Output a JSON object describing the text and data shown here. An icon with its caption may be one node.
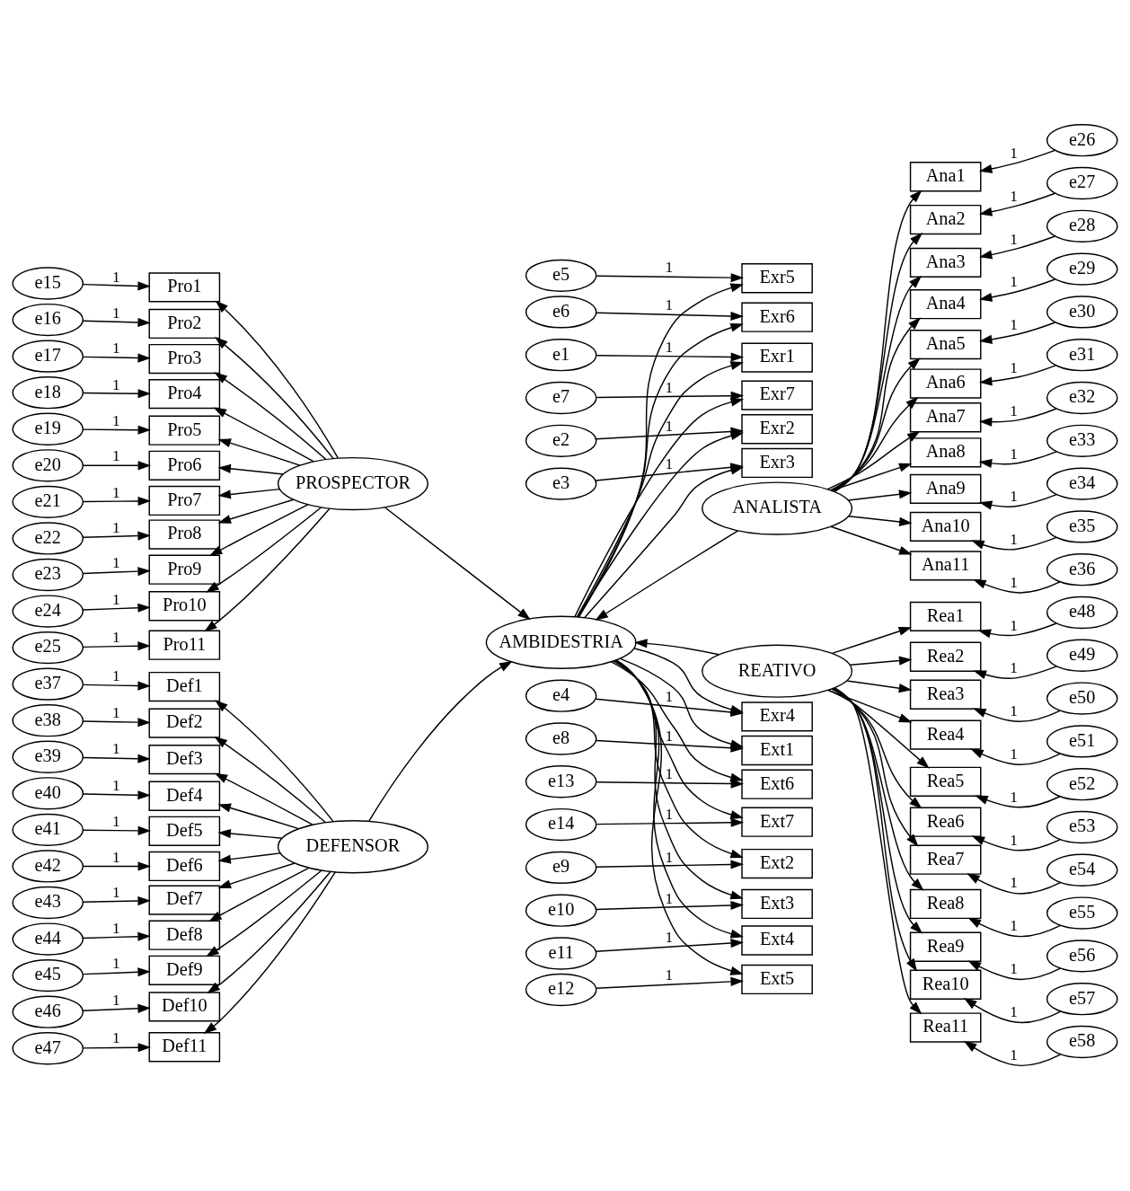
{
  "diagram": {
    "nodes": [
      {
        "text": [
          "e1"
        ]
      },
      {
        "text": [
          "e2"
        ]
      },
      {
        "text": [
          "e3"
        ]
      },
      {
        "text": [
          "e4"
        ]
      },
      {
        "text": [
          "e5"
        ]
      },
      {
        "text": [
          "e6"
        ]
      },
      {
        "text": [
          "e7"
        ]
      },
      {
        "text": [
          "e8"
        ]
      },
      {
        "text": [
          "e9"
        ]
      },
      {
        "text": [
          "e10"
        ]
      },
      {
        "text": [
          "e11"
        ]
      },
      {
        "text": [
          "e12"
        ]
      },
      {
        "text": [
          "e13"
        ]
      },
      {
        "text": [
          "e14"
        ]
      },
      {
        "text": [
          "Exr1"
        ]
      },
      {
        "text": [
          "Exr2"
        ]
      },
      {
        "text": [
          "Exr3"
        ]
      },
      {
        "text": [
          "Exr4"
        ]
      },
      {
        "text": [
          "Exr5"
        ]
      },
      {
        "text": [
          "Exr6"
        ]
      },
      {
        "text": [
          "Exr7"
        ]
      },
      {
        "text": [
          "Ext1"
        ]
      },
      {
        "text": [
          "Ext2"
        ]
      },
      {
        "text": [
          "Ext3"
        ]
      },
      {
        "text": [
          "Ext4"
        ]
      },
      {
        "text": [
          "Ext5"
        ]
      },
      {
        "text": [
          "Ext6"
        ]
      },
      {
        "text": [
          "Ext7"
        ]
      },
      {
        "text": [
          "AMBIDESTRIA"
        ]
      },
      {
        "text": [
          "PROSPECTOR"
        ]
      },
      {
        "text": [
          "Pro1"
        ]
      },
      {
        "text": [
          "Pro2"
        ]
      },
      {
        "text": [
          "Pro3"
        ]
      },
      {
        "text": [
          "Pro4"
        ]
      },
      {
        "text": [
          "Pro5"
        ]
      },
      {
        "text": [
          "Pro6"
        ]
      },
      {
        "text": [
          "Pro7"
        ]
      },
      {
        "text": [
          "Pro8"
        ]
      },
      {
        "text": [
          "Pro9"
        ]
      },
      {
        "text": [
          "Pro10"
        ]
      },
      {
        "text": [
          "Pro11"
        ]
      },
      {
        "text": [
          "e15"
        ]
      },
      {
        "text": [
          "e16"
        ]
      },
      {
        "text": [
          "e17"
        ]
      },
      {
        "text": [
          "e18"
        ]
      },
      {
        "text": [
          "e19"
        ]
      },
      {
        "text": [
          "e20"
        ]
      },
      {
        "text": [
          "e21"
        ]
      },
      {
        "text": [
          "e22"
        ]
      },
      {
        "text": [
          "e23"
        ]
      },
      {
        "text": [
          "e24"
        ]
      },
      {
        "text": [
          "e25"
        ]
      },
      {
        "text": [
          "ANALISTA"
        ]
      },
      {
        "text": [
          "Ana1"
        ]
      },
      {
        "text": [
          "Ana2"
        ]
      },
      {
        "text": [
          "Ana3"
        ]
      },
      {
        "text": [
          "Ana4"
        ]
      },
      {
        "text": [
          "Ana5"
        ]
      },
      {
        "text": [
          "Ana6"
        ]
      },
      {
        "text": [
          "Ana7"
        ]
      },
      {
        "text": [
          "Ana8"
        ]
      },
      {
        "text": [
          "Ana9"
        ]
      },
      {
        "text": [
          "Ana10"
        ]
      },
      {
        "text": [
          "Ana11"
        ]
      },
      {
        "text": [
          "e26"
        ]
      },
      {
        "text": [
          "e27"
        ]
      },
      {
        "text": [
          "e28"
        ]
      },
      {
        "text": [
          "e29"
        ]
      },
      {
        "text": [
          "e30"
        ]
      },
      {
        "text": [
          "e31"
        ]
      },
      {
        "text": [
          "e32"
        ]
      },
      {
        "text": [
          "e33"
        ]
      },
      {
        "text": [
          "e34"
        ]
      },
      {
        "text": [
          "e35"
        ]
      },
      {
        "text": [
          "e36"
        ]
      },
      {
        "text": [
          "DEFENSOR"
        ]
      },
      {
        "text": [
          "Def1"
        ]
      },
      {
        "text": [
          "Def2"
        ]
      },
      {
        "text": [
          "Def3"
        ]
      },
      {
        "text": [
          "Def4"
        ]
      },
      {
        "text": [
          "Def5"
        ]
      },
      {
        "text": [
          "Def6"
        ]
      },
      {
        "text": [
          "Def7"
        ]
      },
      {
        "text": [
          "Def8"
        ]
      },
      {
        "text": [
          "Def9"
        ]
      },
      {
        "text": [
          "Def10"
        ]
      },
      {
        "text": [
          "Def11"
        ]
      },
      {
        "text": [
          "e37"
        ]
      },
      {
        "text": [
          "e38"
        ]
      },
      {
        "text": [
          "e39"
        ]
      },
      {
        "text": [
          "e40"
        ]
      },
      {
        "text": [
          "e41"
        ]
      },
      {
        "text": [
          "e42"
        ]
      },
      {
        "text": [
          "e43"
        ]
      },
      {
        "text": [
          "e44"
        ]
      },
      {
        "text": [
          "e45"
        ]
      },
      {
        "text": [
          "e46"
        ]
      },
      {
        "text": [
          "e47"
        ]
      },
      {
        "text": [
          "REATIVO"
        ]
      },
      {
        "text": [
          "Rea1"
        ]
      },
      {
        "text": [
          "Rea2"
        ]
      },
      {
        "text": [
          "Rea3"
        ]
      },
      {
        "text": [
          "Rea4"
        ]
      },
      {
        "text": [
          "Rea5"
        ]
      },
      {
        "text": [
          "Rea6"
        ]
      },
      {
        "text": [
          "Rea7"
        ]
      },
      {
        "text": [
          "Rea8"
        ]
      },
      {
        "text": [
          "Rea9"
        ]
      },
      {
        "text": [
          "Rea10"
        ]
      },
      {
        "text": [
          "Rea11"
        ]
      },
      {
        "text": [
          "e48"
        ]
      },
      {
        "text": [
          "e49"
        ]
      },
      {
        "text": [
          "e50"
        ]
      },
      {
        "text": [
          "e51"
        ]
      },
      {
        "text": [
          "e52"
        ]
      },
      {
        "text": [
          "e53"
        ]
      },
      {
        "text": [
          "e54"
        ]
      },
      {
        "text": [
          "e55"
        ]
      },
      {
        "text": [
          "e56"
        ]
      },
      {
        "text": [
          "e57"
        ]
      },
      {
        "text": [
          "e58"
        ]
      }
    ],
    "edges": [
      {
        "from": 0,
        "to": 14,
        "arrow": "to",
        "label": "1"
      },
      {
        "from": 1,
        "to": 15,
        "arrow": "to",
        "label": "1"
      },
      {
        "from": 2,
        "to": 16,
        "arrow": "to",
        "label": "1"
      },
      {
        "from": 3,
        "to": 17,
        "arrow": "to",
        "label": "1"
      },
      {
        "from": 4,
        "to": 18,
        "arrow": "to",
        "label": "1"
      },
      {
        "from": 5,
        "to": 19,
        "arrow": "to",
        "label": "1"
      },
      {
        "from": 6,
        "to": 20,
        "arrow": "to",
        "label": "1"
      },
      {
        "from": 7,
        "to": 21,
        "arrow": "to",
        "label": "1"
      },
      {
        "from": 8,
        "to": 22,
        "arrow": "to",
        "label": "1"
      },
      {
        "from": 9,
        "to": 23,
        "arrow": "to",
        "label": "1"
      },
      {
        "from": 10,
        "to": 24,
        "arrow": "to",
        "label": "1"
      },
      {
        "from": 11,
        "to": 25,
        "arrow": "to",
        "label": "1"
      },
      {
        "from": 12,
        "to": 26,
        "arrow": "to",
        "label": "1"
      },
      {
        "from": 13,
        "to": 27,
        "arrow": "to",
        "label": "1"
      },
      {
        "from": 28,
        "to": 14,
        "arrow": "to"
      },
      {
        "from": 28,
        "to": 15,
        "arrow": "to"
      },
      {
        "from": 28,
        "to": 16,
        "arrow": "to"
      },
      {
        "from": 28,
        "to": 17,
        "arrow": "to"
      },
      {
        "from": 28,
        "to": 18,
        "arrow": "to"
      },
      {
        "from": 28,
        "to": 19,
        "arrow": "to"
      },
      {
        "from": 28,
        "to": 20,
        "arrow": "to"
      },
      {
        "from": 28,
        "to": 21,
        "arrow": "to"
      },
      {
        "from": 28,
        "to": 22,
        "arrow": "to"
      },
      {
        "from": 28,
        "to": 23,
        "arrow": "to"
      },
      {
        "from": 28,
        "to": 24,
        "arrow": "to"
      },
      {
        "from": 28,
        "to": 25,
        "arrow": "to"
      },
      {
        "from": 28,
        "to": 26,
        "arrow": "to"
      },
      {
        "from": 28,
        "to": 27,
        "arrow": "to"
      },
      {
        "from": 29,
        "to": 28,
        "arrow": "to"
      },
      {
        "from": 52,
        "to": 28,
        "arrow": "to"
      },
      {
        "from": 75,
        "to": 28,
        "arrow": "to"
      },
      {
        "from": 98,
        "to": 28,
        "arrow": "to"
      },
      {
        "from": 29,
        "to": 30,
        "arrow": "to"
      },
      {
        "from": 29,
        "to": 31,
        "arrow": "to"
      },
      {
        "from": 29,
        "to": 32,
        "arrow": "to"
      },
      {
        "from": 29,
        "to": 33,
        "arrow": "to"
      },
      {
        "from": 29,
        "to": 34,
        "arrow": "to"
      },
      {
        "from": 29,
        "to": 35,
        "arrow": "to"
      },
      {
        "from": 29,
        "to": 36,
        "arrow": "to"
      },
      {
        "from": 29,
        "to": 37,
        "arrow": "to"
      },
      {
        "from": 29,
        "to": 38,
        "arrow": "to"
      },
      {
        "from": 29,
        "to": 39,
        "arrow": "to"
      },
      {
        "from": 29,
        "to": 40,
        "arrow": "to"
      },
      {
        "from": 41,
        "to": 30,
        "arrow": "to",
        "label": "1"
      },
      {
        "from": 42,
        "to": 31,
        "arrow": "to",
        "label": "1"
      },
      {
        "from": 43,
        "to": 32,
        "arrow": "to",
        "label": "1"
      },
      {
        "from": 44,
        "to": 33,
        "arrow": "to",
        "label": "1"
      },
      {
        "from": 45,
        "to": 34,
        "arrow": "to",
        "label": "1"
      },
      {
        "from": 46,
        "to": 35,
        "arrow": "to",
        "label": "1"
      },
      {
        "from": 47,
        "to": 36,
        "arrow": "to",
        "label": "1"
      },
      {
        "from": 48,
        "to": 37,
        "arrow": "to",
        "label": "1"
      },
      {
        "from": 49,
        "to": 38,
        "arrow": "to",
        "label": "1"
      },
      {
        "from": 50,
        "to": 39,
        "arrow": "to",
        "label": "1"
      },
      {
        "from": 51,
        "to": 40,
        "arrow": "to",
        "label": "1"
      },
      {
        "from": 52,
        "to": 53,
        "arrow": "to"
      },
      {
        "from": 52,
        "to": 54,
        "arrow": "to"
      },
      {
        "from": 52,
        "to": 55,
        "arrow": "to"
      },
      {
        "from": 52,
        "to": 56,
        "arrow": "to"
      },
      {
        "from": 52,
        "to": 57,
        "arrow": "to"
      },
      {
        "from": 52,
        "to": 58,
        "arrow": "to"
      },
      {
        "from": 52,
        "to": 59,
        "arrow": "to"
      },
      {
        "from": 52,
        "to": 60,
        "arrow": "to"
      },
      {
        "from": 52,
        "to": 61,
        "arrow": "to"
      },
      {
        "from": 52,
        "to": 62,
        "arrow": "to"
      },
      {
        "from": 52,
        "to": 63,
        "arrow": "to"
      },
      {
        "from": 64,
        "to": 53,
        "arrow": "to",
        "label": "1"
      },
      {
        "from": 65,
        "to": 54,
        "arrow": "to",
        "label": "1"
      },
      {
        "from": 66,
        "to": 55,
        "arrow": "to",
        "label": "1"
      },
      {
        "from": 67,
        "to": 56,
        "arrow": "to",
        "label": "1"
      },
      {
        "from": 68,
        "to": 57,
        "arrow": "to",
        "label": "1"
      },
      {
        "from": 69,
        "to": 58,
        "arrow": "to",
        "label": "1"
      },
      {
        "from": 70,
        "to": 59,
        "arrow": "to",
        "label": "1"
      },
      {
        "from": 71,
        "to": 60,
        "arrow": "to",
        "label": "1"
      },
      {
        "from": 72,
        "to": 61,
        "arrow": "to",
        "label": "1"
      },
      {
        "from": 73,
        "to": 62,
        "arrow": "to",
        "label": "1"
      },
      {
        "from": 74,
        "to": 63,
        "arrow": "to",
        "label": "1"
      },
      {
        "from": 75,
        "to": 76,
        "arrow": "to"
      },
      {
        "from": 75,
        "to": 77,
        "arrow": "to"
      },
      {
        "from": 75,
        "to": 78,
        "arrow": "to"
      },
      {
        "from": 75,
        "to": 79,
        "arrow": "to"
      },
      {
        "from": 75,
        "to": 80,
        "arrow": "to"
      },
      {
        "from": 75,
        "to": 81,
        "arrow": "to"
      },
      {
        "from": 75,
        "to": 82,
        "arrow": "to"
      },
      {
        "from": 75,
        "to": 83,
        "arrow": "to"
      },
      {
        "from": 75,
        "to": 84,
        "arrow": "to"
      },
      {
        "from": 75,
        "to": 85,
        "arrow": "to"
      },
      {
        "from": 75,
        "to": 86,
        "arrow": "to"
      },
      {
        "from": 87,
        "to": 76,
        "arrow": "to",
        "label": "1"
      },
      {
        "from": 88,
        "to": 77,
        "arrow": "to",
        "label": "1"
      },
      {
        "from": 89,
        "to": 78,
        "arrow": "to",
        "label": "1"
      },
      {
        "from": 90,
        "to": 79,
        "arrow": "to",
        "label": "1"
      },
      {
        "from": 91,
        "to": 80,
        "arrow": "to",
        "label": "1"
      },
      {
        "from": 92,
        "to": 81,
        "arrow": "to",
        "label": "1"
      },
      {
        "from": 93,
        "to": 82,
        "arrow": "to",
        "label": "1"
      },
      {
        "from": 94,
        "to": 83,
        "arrow": "to",
        "label": "1"
      },
      {
        "from": 95,
        "to": 84,
        "arrow": "to",
        "label": "1"
      },
      {
        "from": 96,
        "to": 85,
        "arrow": "to",
        "label": "1"
      },
      {
        "from": 97,
        "to": 86,
        "arrow": "to",
        "label": "1"
      },
      {
        "from": 98,
        "to": 99,
        "arrow": "to"
      },
      {
        "from": 98,
        "to": 100,
        "arrow": "to"
      },
      {
        "from": 98,
        "to": 101,
        "arrow": "to"
      },
      {
        "from": 98,
        "to": 102,
        "arrow": "to"
      },
      {
        "from": 98,
        "to": 103,
        "arrow": "to"
      },
      {
        "from": 98,
        "to": 104,
        "arrow": "to"
      },
      {
        "from": 98,
        "to": 105,
        "arrow": "to"
      },
      {
        "from": 98,
        "to": 106,
        "arrow": "to"
      },
      {
        "from": 98,
        "to": 107,
        "arrow": "to"
      },
      {
        "from": 98,
        "to": 108,
        "arrow": "to"
      },
      {
        "from": 98,
        "to": 109,
        "arrow": "to"
      },
      {
        "from": 110,
        "to": 99,
        "arrow": "to",
        "label": "1"
      },
      {
        "from": 111,
        "to": 100,
        "arrow": "to",
        "label": "1"
      },
      {
        "from": 112,
        "to": 101,
        "arrow": "to",
        "label": "1"
      },
      {
        "from": 113,
        "to": 102,
        "arrow": "to",
        "label": "1"
      },
      {
        "from": 114,
        "to": 103,
        "arrow": "to",
        "label": "1"
      },
      {
        "from": 115,
        "to": 104,
        "arrow": "to",
        "label": "1"
      },
      {
        "from": 116,
        "to": 105,
        "arrow": "to",
        "label": "1"
      },
      {
        "from": 117,
        "to": 106,
        "arrow": "to",
        "label": "1"
      },
      {
        "from": 118,
        "to": 107,
        "arrow": "to",
        "label": "1"
      },
      {
        "from": 119,
        "to": 108,
        "arrow": "to",
        "label": "1"
      },
      {
        "from": 120,
        "to": 109,
        "arrow": "to",
        "label": "1"
      }
    ]
  }
}
